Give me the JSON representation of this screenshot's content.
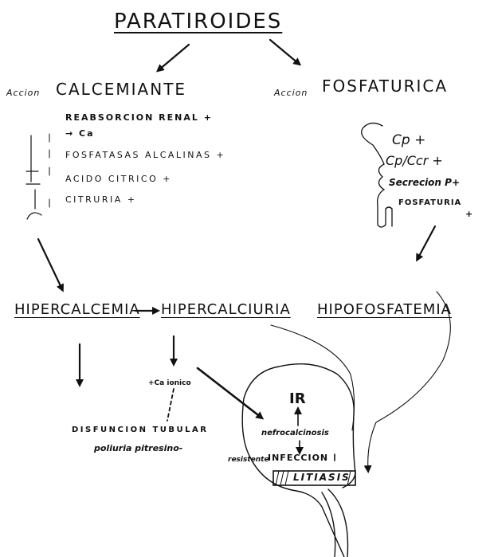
{
  "title": "PARATIROIDES",
  "left": {
    "prefix": "Accion",
    "heading": "CALCEMIANTE",
    "items": [
      "REABSORCION RENAL +",
      "→ Ca",
      "FOSFATASAS ALCALINAS +",
      "ACIDO CITRICO +",
      "CITRURIA +"
    ]
  },
  "right": {
    "prefix": "Accion",
    "heading": "FOSFATURICA",
    "items": [
      "Cp +",
      "Cp/Ccr +",
      "Secrecion P+",
      "FOSFATURIA",
      "+"
    ]
  },
  "row": {
    "hipercalcemia": "HIPERCALCEMIA",
    "hipercalciuria": "HIPERCALCIURIA",
    "hipofosfatemia": "HIPOFOSFATEMIA"
  },
  "lower": {
    "ca_ionico": "+Ca ionico",
    "disfuncion": "DISFUNCION TUBULAR",
    "poliuria": "poliuria pitresino-",
    "resistente": "resistente",
    "ir": "IR",
    "nefro": "nefrocalcinosis",
    "infeccion": "INFECCION",
    "litiasis": "LITIASIS"
  }
}
